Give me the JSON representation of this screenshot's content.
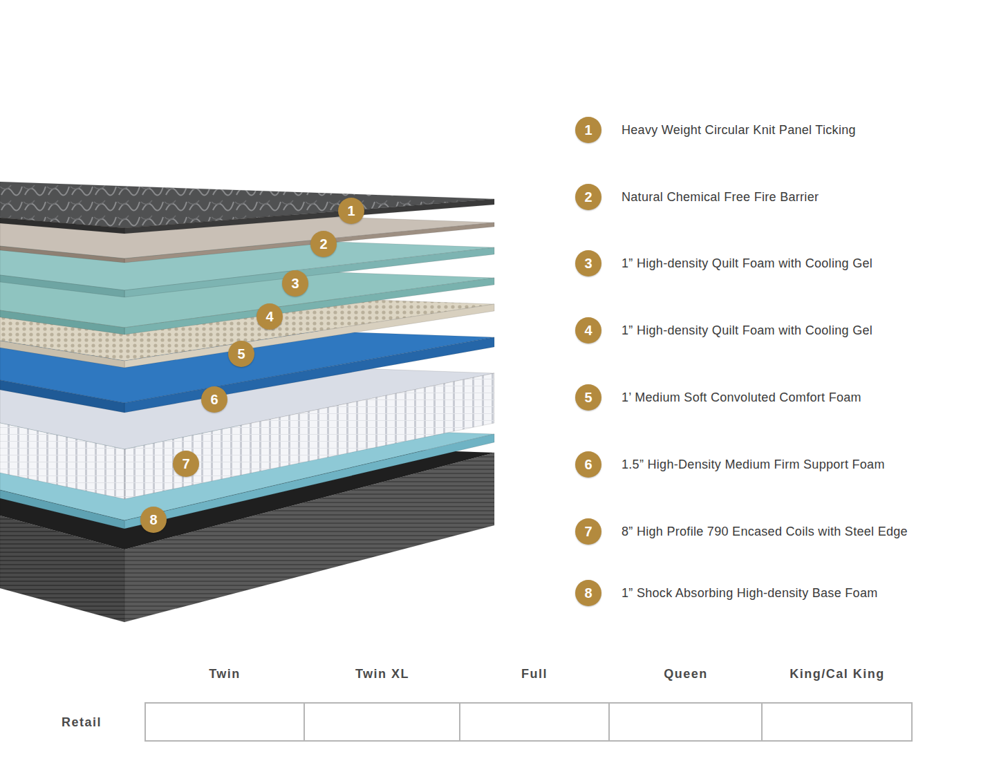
{
  "diagram": {
    "nodes": [
      {
        "text": [
          "1"
        ]
      },
      {
        "text": [
          "2"
        ]
      },
      {
        "text": [
          "3"
        ]
      },
      {
        "text": [
          "4"
        ]
      },
      {
        "text": [
          "5"
        ]
      },
      {
        "text": [
          "6"
        ]
      },
      {
        "text": [
          "7"
        ]
      },
      {
        "text": [
          "8"
        ]
      },
      {
        "text": [
          "1",
          "Heavy Weight Circular Knit Panel Ticking"
        ]
      },
      {
        "text": [
          "2",
          "Natural Chemical Free Fire Barrier"
        ]
      },
      {
        "text": [
          "3",
          "1” High-density Quilt Foam with Cooling Gel"
        ]
      },
      {
        "text": [
          "4",
          "1” High-density Quilt Foam with Cooling Gel"
        ]
      },
      {
        "text": [
          "5",
          "1’ Medium Soft Convoluted Comfort Foam"
        ]
      },
      {
        "text": [
          "6",
          "1.5” High-Density Medium Firm Support Foam"
        ]
      },
      {
        "text": [
          "7",
          "8” High Profile 790 Encased Coils with Steel Edge"
        ]
      },
      {
        "text": [
          "8",
          "1” Shock Absorbing High-density Base Foam"
        ]
      }
    ],
    "labels": [
      "Twin",
      "Twin XL",
      "Full",
      "Queen",
      "King/Cal King",
      "Retail"
    ]
  }
}
